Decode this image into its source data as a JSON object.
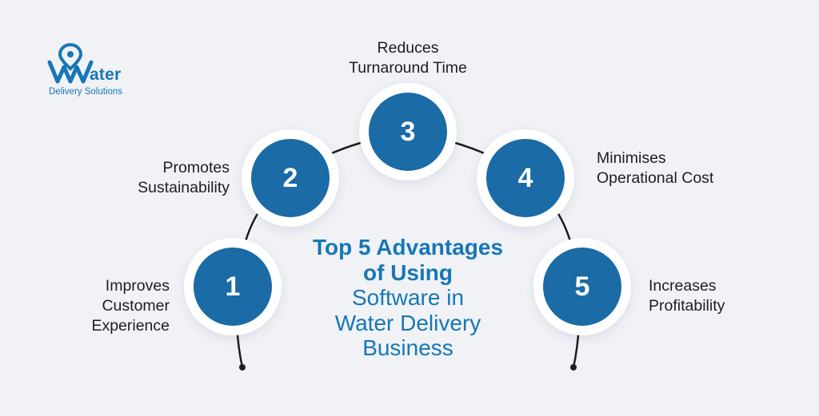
{
  "logo": {
    "word": "ater",
    "subtitle": "Delivery Solutions",
    "icon": "water-drop-pin-icon"
  },
  "title": {
    "bold_lines": [
      "Top 5 Advantages",
      "of Using"
    ],
    "light_lines": [
      "Software in",
      "Water Delivery",
      "Business"
    ]
  },
  "advantages": [
    {
      "number": "1",
      "label_lines": [
        "Improves",
        "Customer",
        "Experience"
      ]
    },
    {
      "number": "2",
      "label_lines": [
        "Promotes",
        "Sustainability"
      ]
    },
    {
      "number": "3",
      "label_lines": [
        "Reduces",
        "Turnaround Time"
      ]
    },
    {
      "number": "4",
      "label_lines": [
        "Minimises",
        "Operational Cost"
      ]
    },
    {
      "number": "5",
      "label_lines": [
        "Increases",
        "Profitability"
      ]
    }
  ],
  "colors": {
    "accent": "#1a6ba6",
    "brand": "#1777b6",
    "background": "#f0f2f6",
    "connector": "#1e1e1e"
  }
}
